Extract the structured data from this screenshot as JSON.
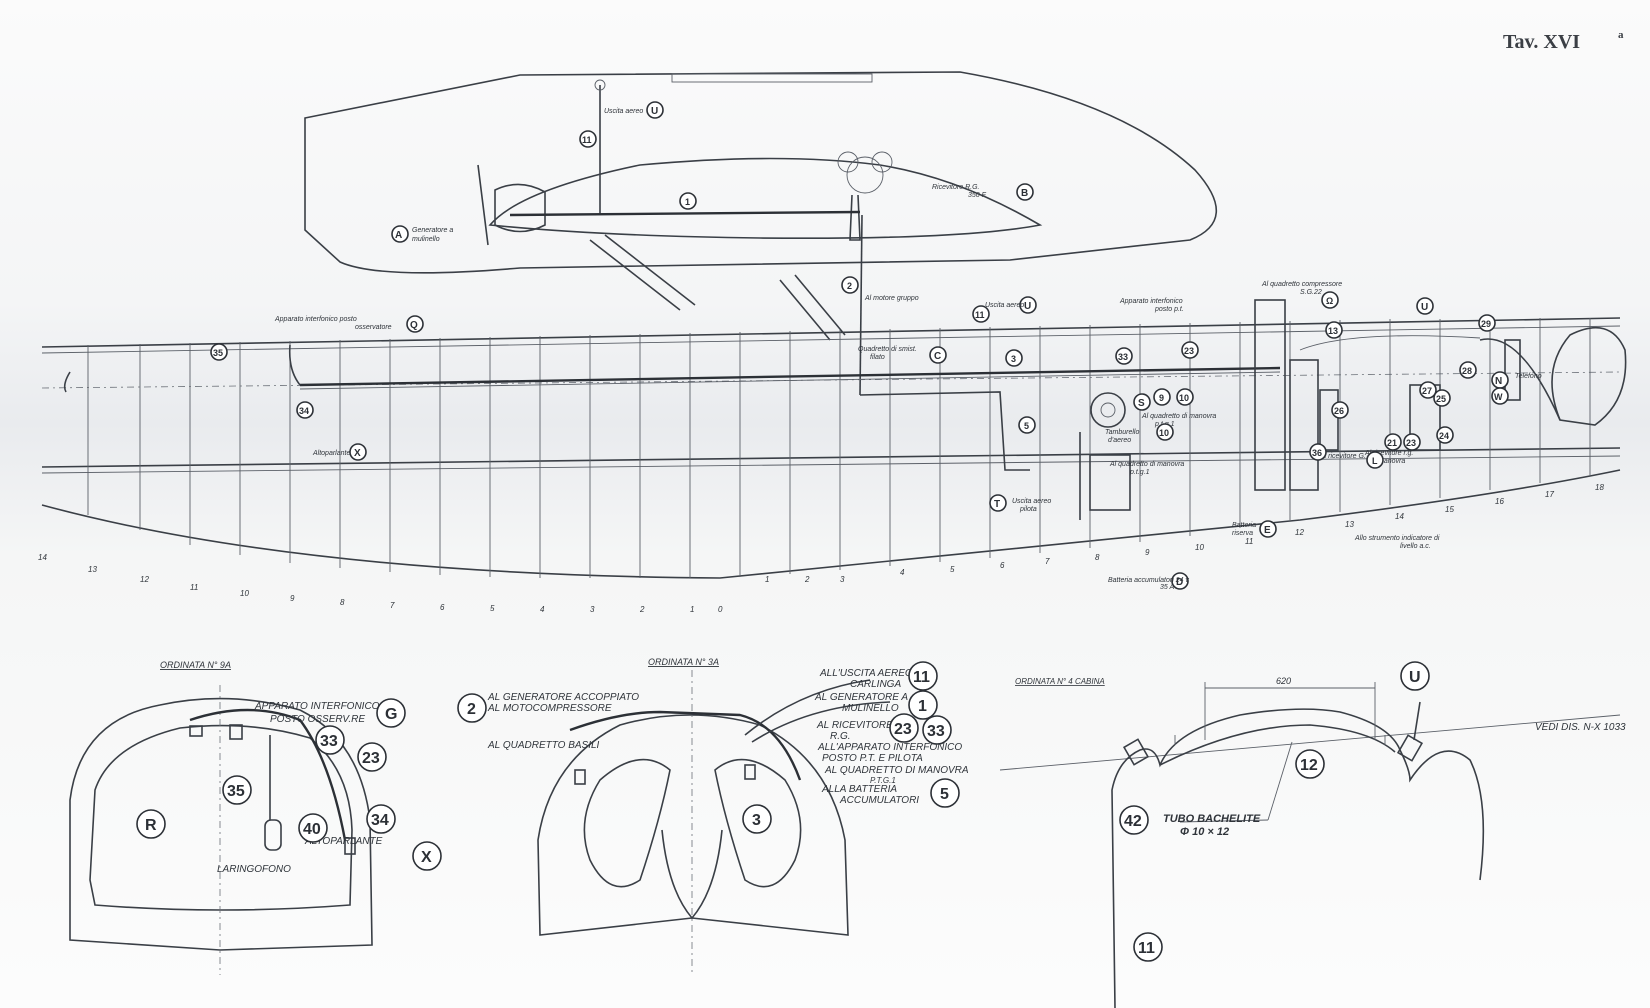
{
  "sheet": {
    "title": "Tav. XVI",
    "title_sup": "a"
  },
  "top_labels": {
    "A": [
      "Generatore a",
      "mulinello"
    ],
    "B": [
      "Ricevitore R.G.",
      "350 F"
    ],
    "C": [
      "Quadretto di smist.",
      "filato"
    ],
    "D": [
      "Batteria accumulatori 24 v",
      "35 A"
    ],
    "E": [
      "Batteria",
      "riserva"
    ],
    "Q": [
      "Apparato interfonico posto",
      "osservatore"
    ],
    "U1": [
      "Uscita aereo"
    ],
    "U2": [
      "Uscita aereo"
    ],
    "T": [
      "Uscita aereo",
      "pilota"
    ],
    "X": [
      "Altoparlante"
    ],
    "N": [
      "Telefono"
    ],
    "S": [
      "Tamburello",
      "d'aereo"
    ],
    "to_motor": [
      "Al motore gruppo"
    ],
    "interf_pilota": [
      "Apparato interfonico",
      "posto p.t."
    ],
    "quadr_manovra": [
      "Al quadretto di manovra",
      "p.t.g.1"
    ],
    "quadr_compr": [
      "Al quadretto compressore",
      "S.G.22"
    ],
    "manovra2": [
      "Al quadretto di manovra",
      "p.t.g.1"
    ],
    "strument": [
      "Allo strumento indicatore di",
      "livello a.c."
    ],
    "ricev2": [
      "Al ricevitore r.g.",
      "manovra"
    ],
    "ricev_g": [
      "Al ricevitore G."
    ]
  },
  "station_numbers": [
    "14",
    "13",
    "12",
    "11",
    "10",
    "9",
    "8",
    "7",
    "6",
    "5",
    "4",
    "3",
    "2",
    "1",
    "0",
    "1",
    "2",
    "3",
    "4",
    "5",
    "6",
    "7",
    "8",
    "9",
    "10",
    "11",
    "12",
    "13",
    "14",
    "15",
    "16",
    "17",
    "18"
  ],
  "section1": {
    "title": "ORDINATA N° 9A",
    "labels": {
      "G": [
        "APPARATO INTERFONICO",
        "POSTO OSSERV.RE"
      ],
      "X": [
        "ALTOPARLANTE"
      ],
      "laringofono": "LARINGOFONO"
    },
    "callouts": [
      "33",
      "23",
      "35",
      "R",
      "40",
      "34",
      "G",
      "X"
    ]
  },
  "section2": {
    "title": "ORDINATA N° 3A",
    "labels": {
      "n2": [
        "AL GENERATORE ACCOPPIATO",
        "AL MOTOCOMPRESSORE"
      ],
      "quadretto": "AL QUADRETTO BASILI",
      "n11": [
        "ALL'USCITA AEREO",
        "CARLINGA"
      ],
      "n1": [
        "AL GENERATORE A",
        "MULINELLO"
      ],
      "n23": [
        "AL RICEVITORE",
        "R.G."
      ],
      "interf": [
        "ALL'APPARATO INTERFONICO",
        "POSTO P.T. E PILOTA"
      ],
      "manovra": [
        "AL QUADRETTO DI MANOVRA",
        "P.T.G.1"
      ],
      "n5": [
        "ALLA BATTERIA",
        "ACCUMULATORI"
      ]
    },
    "callouts": [
      "2",
      "11",
      "1",
      "23",
      "33",
      "3",
      "5"
    ]
  },
  "section3": {
    "title": "ORDINATA N° 4 CABINA",
    "dimension": "620",
    "vedi": "VEDI DIS. N-X 1033",
    "tubo": [
      "TUBO BACHELITE",
      "Φ 10 × 12"
    ],
    "callouts": [
      "U",
      "12",
      "42",
      "11"
    ]
  },
  "top_callouts": [
    "11",
    "1",
    "2",
    "3",
    "5",
    "9",
    "10",
    "10",
    "11",
    "13",
    "21",
    "23",
    "23",
    "24",
    "25",
    "26",
    "27",
    "28",
    "29",
    "33",
    "34",
    "35",
    "36",
    "S",
    "U",
    "U",
    "U",
    "W",
    "N",
    "A",
    "B",
    "C",
    "D",
    "E",
    "Q",
    "T",
    "X"
  ]
}
